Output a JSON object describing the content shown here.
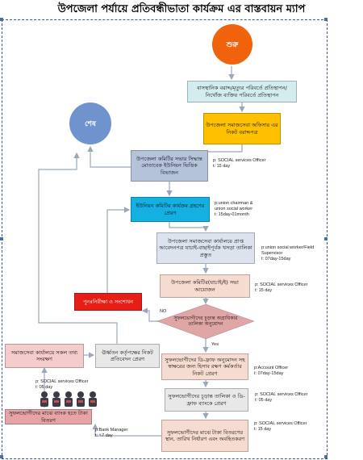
{
  "title": "উপজেলা পর্যায়ে প্রতিবন্ধীভাতা কার্যক্রম এর  বাস্তবায়ন ম্যাপ",
  "nodes": {
    "start": "শুরু",
    "end": "শেষ",
    "step1": "বাসস্থানিক বরাদ্দ/মৃত্যুর পরিবর্তে প্রতিস্থাপন/ নিখোঁজ ব্যক্তির পরিবর্তে প্রতিস্থাপন",
    "step2": "উপজেলা সমাজসেবা অফিসার এর নিকট বরাদ্দপত্র",
    "step3": "উপজেলা কমিটির সভার সিদ্ধান্ত মোতাবেক ইউনিয়ন ভিত্তিক বিভাজন",
    "step4": "ইউনিয়ন কমিটির কার্যক্রম গ্রহণের প্রেরণ",
    "step5": "উপজেলা সমাজসেবা কার্যালয়ে প্রাপ্ত আবেদনপত্র যাচাই-বাছাইপূর্বক খসড়া তালিকা প্রস্তুত",
    "step6": "উপজেলা কমিটির(যাচাই/ই) সভা আয়োজন",
    "decision": "সুফলভোগীদের চূড়ান্ত অগ্রাধিকার তালিকা অনুমোদন",
    "recheck": "পুনঃনিরীক্ষা ও সংশোধন",
    "step7": "সুফলভোগীদের ডি-ফ্রাফ অনুমোদন সহ স্বাক্ষরের জন্য হিসাব রক্ষণ কর্মকর্তার নিকট প্রেরণ",
    "step8": "সুফলভোগীদের চূড়ান্ত তালিকা ও ডি-ফ্রাফ ব্যাংকে প্রেরণ",
    "step9": "সুফলভোগীদের মাঝে টাকা বিতরণের স্থান, তারিখ নির্ধারণ এবং অবহিতকরণ",
    "left1": "সমাজসেবা কার্যালয়ে সকল তথ্য সংরক্ষণ",
    "left2": "ঊর্ধ্বতন কর্তৃপক্ষের নিকট প্রতিবেদন প্রেরণ",
    "left3": "সুফলভোগীদের মাঝে ব্যাংক হতে টাকা বিতরণ"
  },
  "notes": {
    "n3": "p: SOCIAL services Officer\nt: 15 day",
    "n4": "p:union chairman &\nunion social worker\nt: 15day-01month",
    "n5": "p:union social worker/Field\nSupervisor\nt: 07day-15day",
    "n6": "p: SOCIAL services Officer\nt: 15 day",
    "n7": "p:Account Officer\nt: 07day-15day",
    "n8": "p: SOCIAL services Officer\nt: 05 day",
    "n9": "p: SOCIAL services Officer\nt: 15 day",
    "nl1": "p: SOCIAL services Officer\nt: 05 day",
    "nl3": "p:Bank Manager\nt: ৭7 day"
  },
  "labels": {
    "no": "NO",
    "yes": "Yes"
  },
  "colors": {
    "start": "#f0620c",
    "end": "#6f93cc",
    "step1": "#d3ecef",
    "step2": "#ffc000",
    "step3": "#b5c3da",
    "step4": "#14b0e2",
    "step5": "#dde3ee",
    "step6": "#f6dcd0",
    "decision": "#e0a5a5",
    "recheck": "#e61e16",
    "step7": "#f6dcd0",
    "step8": "#e8e8e8",
    "step9": "#f6dcd0",
    "left1": "#f4cccc",
    "left2": "#e8e8e8",
    "left3": "#e6a4a4",
    "arrow": "#9aa7b8"
  }
}
